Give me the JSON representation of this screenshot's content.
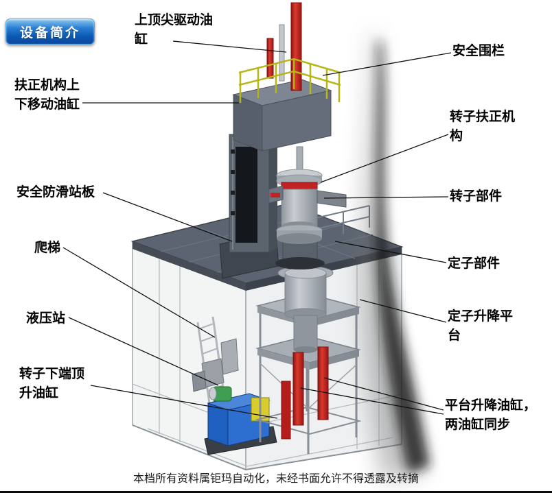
{
  "badge": {
    "label": "设备简介"
  },
  "footer": {
    "text": "本档所有资料属钜玛自动化，未经书面允许不得透露及转摘"
  },
  "labels": [
    {
      "id": "top-tip-drive-cylinder",
      "text": "上顶尖驱动油缸"
    },
    {
      "id": "safety-fence",
      "text": "安全围栏"
    },
    {
      "id": "centering-updown-cylinder",
      "text": "扶正机构上下移动油缸"
    },
    {
      "id": "rotor-centering-mechanism",
      "text": "转子扶正机构"
    },
    {
      "id": "anti-slip-platform",
      "text": "安全防滑站板"
    },
    {
      "id": "rotor-component",
      "text": "转子部件"
    },
    {
      "id": "ladder",
      "text": "爬梯"
    },
    {
      "id": "stator-component",
      "text": "定子部件"
    },
    {
      "id": "hydraulic-station",
      "text": "液压站"
    },
    {
      "id": "stator-lift-platform",
      "text": "定子升降平台"
    },
    {
      "id": "rotor-bottom-jack-cylinder",
      "text": "转子下端顶升油缸"
    },
    {
      "id": "platform-lift-cylinders",
      "text": "平台升降油缸，两油缸同步"
    }
  ],
  "colors": {
    "badge_blue": "#1565c0",
    "cylinder_red": "#c41e1e",
    "railing_yellow": "#b6b616",
    "platform_gray": "#5b6470",
    "hydraulic_blue": "#2d6fd0",
    "pump_green": "#3f9e52",
    "label_text": "#000000"
  }
}
